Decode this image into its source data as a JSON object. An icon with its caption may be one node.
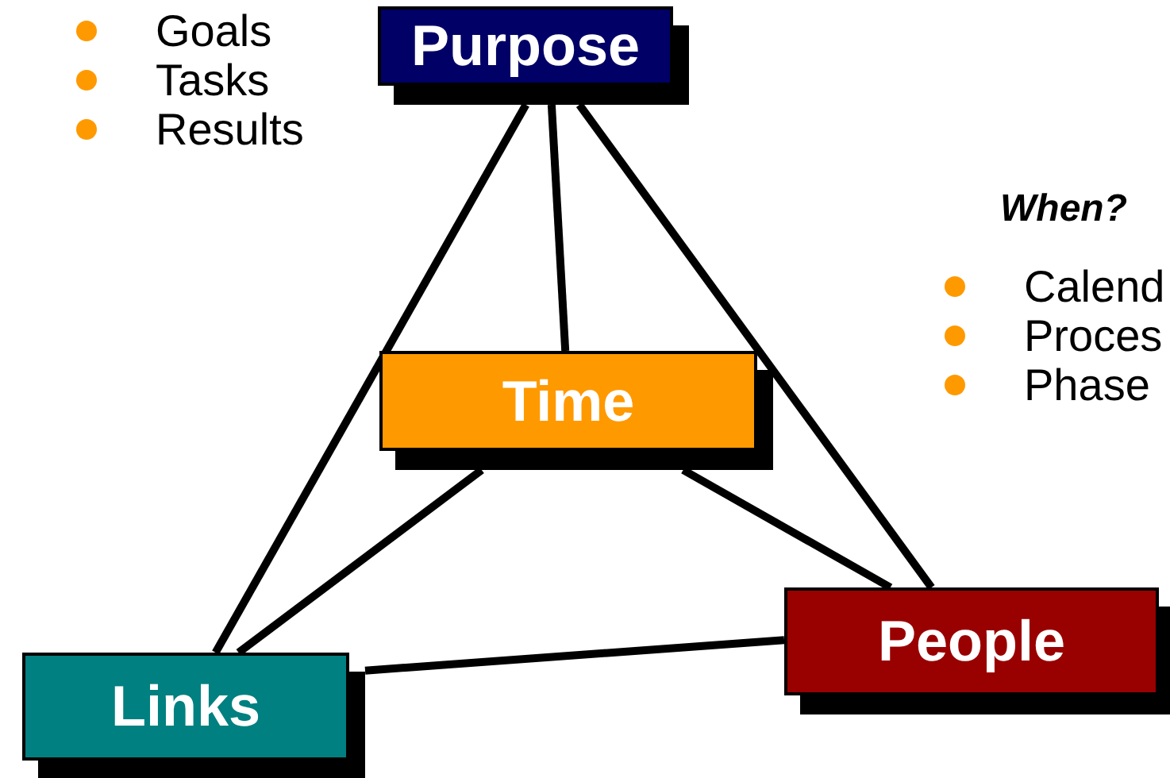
{
  "diagram": {
    "nodes": [
      {
        "text": [
          "Purpose"
        ],
        "beside": [
          "Goals",
          "Tasks",
          "Results"
        ]
      },
      {
        "text": [
          "Time"
        ],
        "beside": [
          "When?",
          "Calend",
          "Proces",
          "Phase"
        ]
      },
      {
        "text": [
          "Links"
        ]
      },
      {
        "text": [
          "People"
        ]
      }
    ],
    "edges": [
      {
        "from": 0,
        "to": 1,
        "arrow": "none"
      },
      {
        "from": 0,
        "to": 2,
        "arrow": "none"
      },
      {
        "from": 0,
        "to": 3,
        "arrow": "none"
      },
      {
        "from": 1,
        "to": 2,
        "arrow": "none"
      },
      {
        "from": 1,
        "to": 3,
        "arrow": "none"
      },
      {
        "from": 2,
        "to": 3,
        "arrow": "none"
      }
    ]
  }
}
